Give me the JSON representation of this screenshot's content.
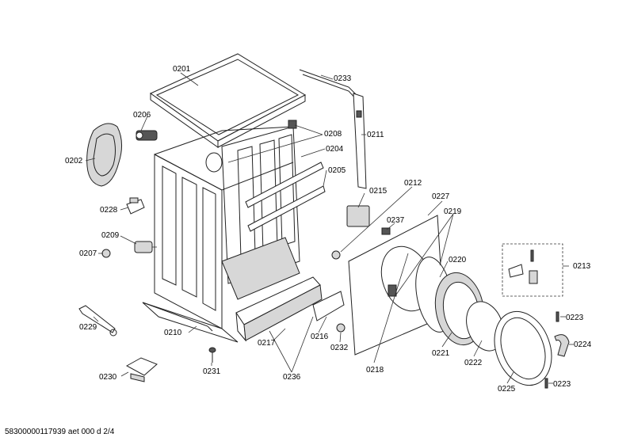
{
  "labels": {
    "0201": "0201",
    "0202": "0202",
    "0204": "0204",
    "0205": "0205",
    "0206": "0206",
    "0207": "0207",
    "0208": "0208",
    "0209": "0209",
    "0210": "0210",
    "0211": "0211",
    "0212": "0212",
    "0213": "0213",
    "0215": "0215",
    "0216": "0216",
    "0217": "0217",
    "0218": "0218",
    "0219": "0219",
    "0220": "0220",
    "0221": "0221",
    "0222": "0222",
    "0223a": "0223",
    "0223b": "0223",
    "0224": "0224",
    "0225": "0225",
    "0227": "0227",
    "0228": "0228",
    "0229": "0229",
    "0230": "0230",
    "0231": "0231",
    "0232": "0232",
    "0233": "0233",
    "0236": "0236",
    "0237": "0237"
  },
  "footer": "58300000117939 aet 000 d 2/4"
}
